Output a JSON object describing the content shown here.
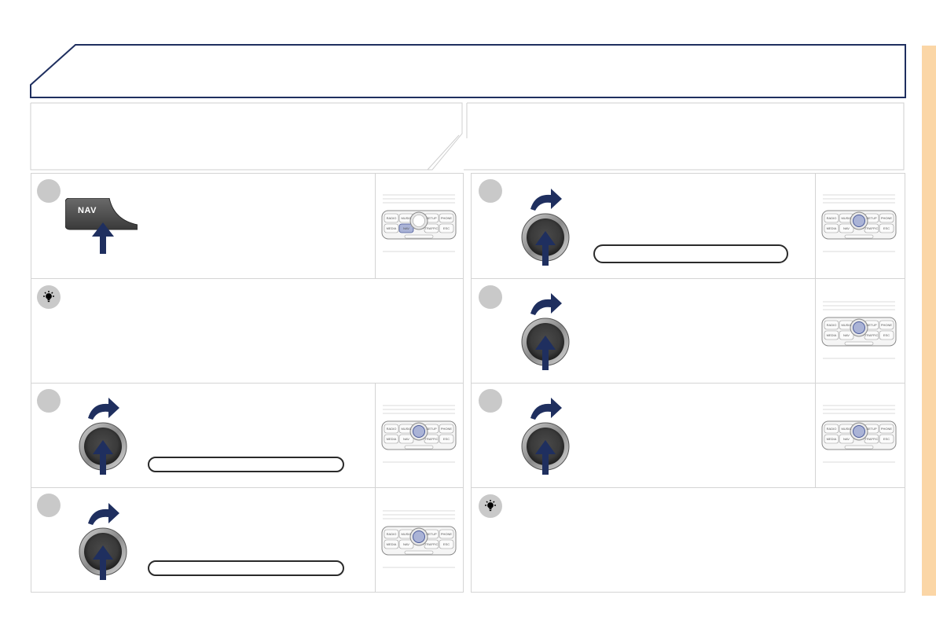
{
  "console": {
    "keys": {
      "radio": "RADIO",
      "music": "MUSIC",
      "setup": "SETUP",
      "phone": "PHONE",
      "media": "MEDIA",
      "nav": "NAV",
      "traffic": "TRAFFIC",
      "esc": "ESC"
    }
  },
  "nav_key": {
    "label": "NAV"
  },
  "colors": {
    "accent_navy": "#1f2f5f",
    "side_strip": "#fbd6a6",
    "bullet_grey": "#c9c9c9",
    "panel_border": "#d4d4d4"
  },
  "icons": {
    "tip": "lightbulb-icon",
    "rotate": "curved-arrow-icon",
    "press": "up-arrow-icon",
    "knob": "dial-knob-icon"
  }
}
